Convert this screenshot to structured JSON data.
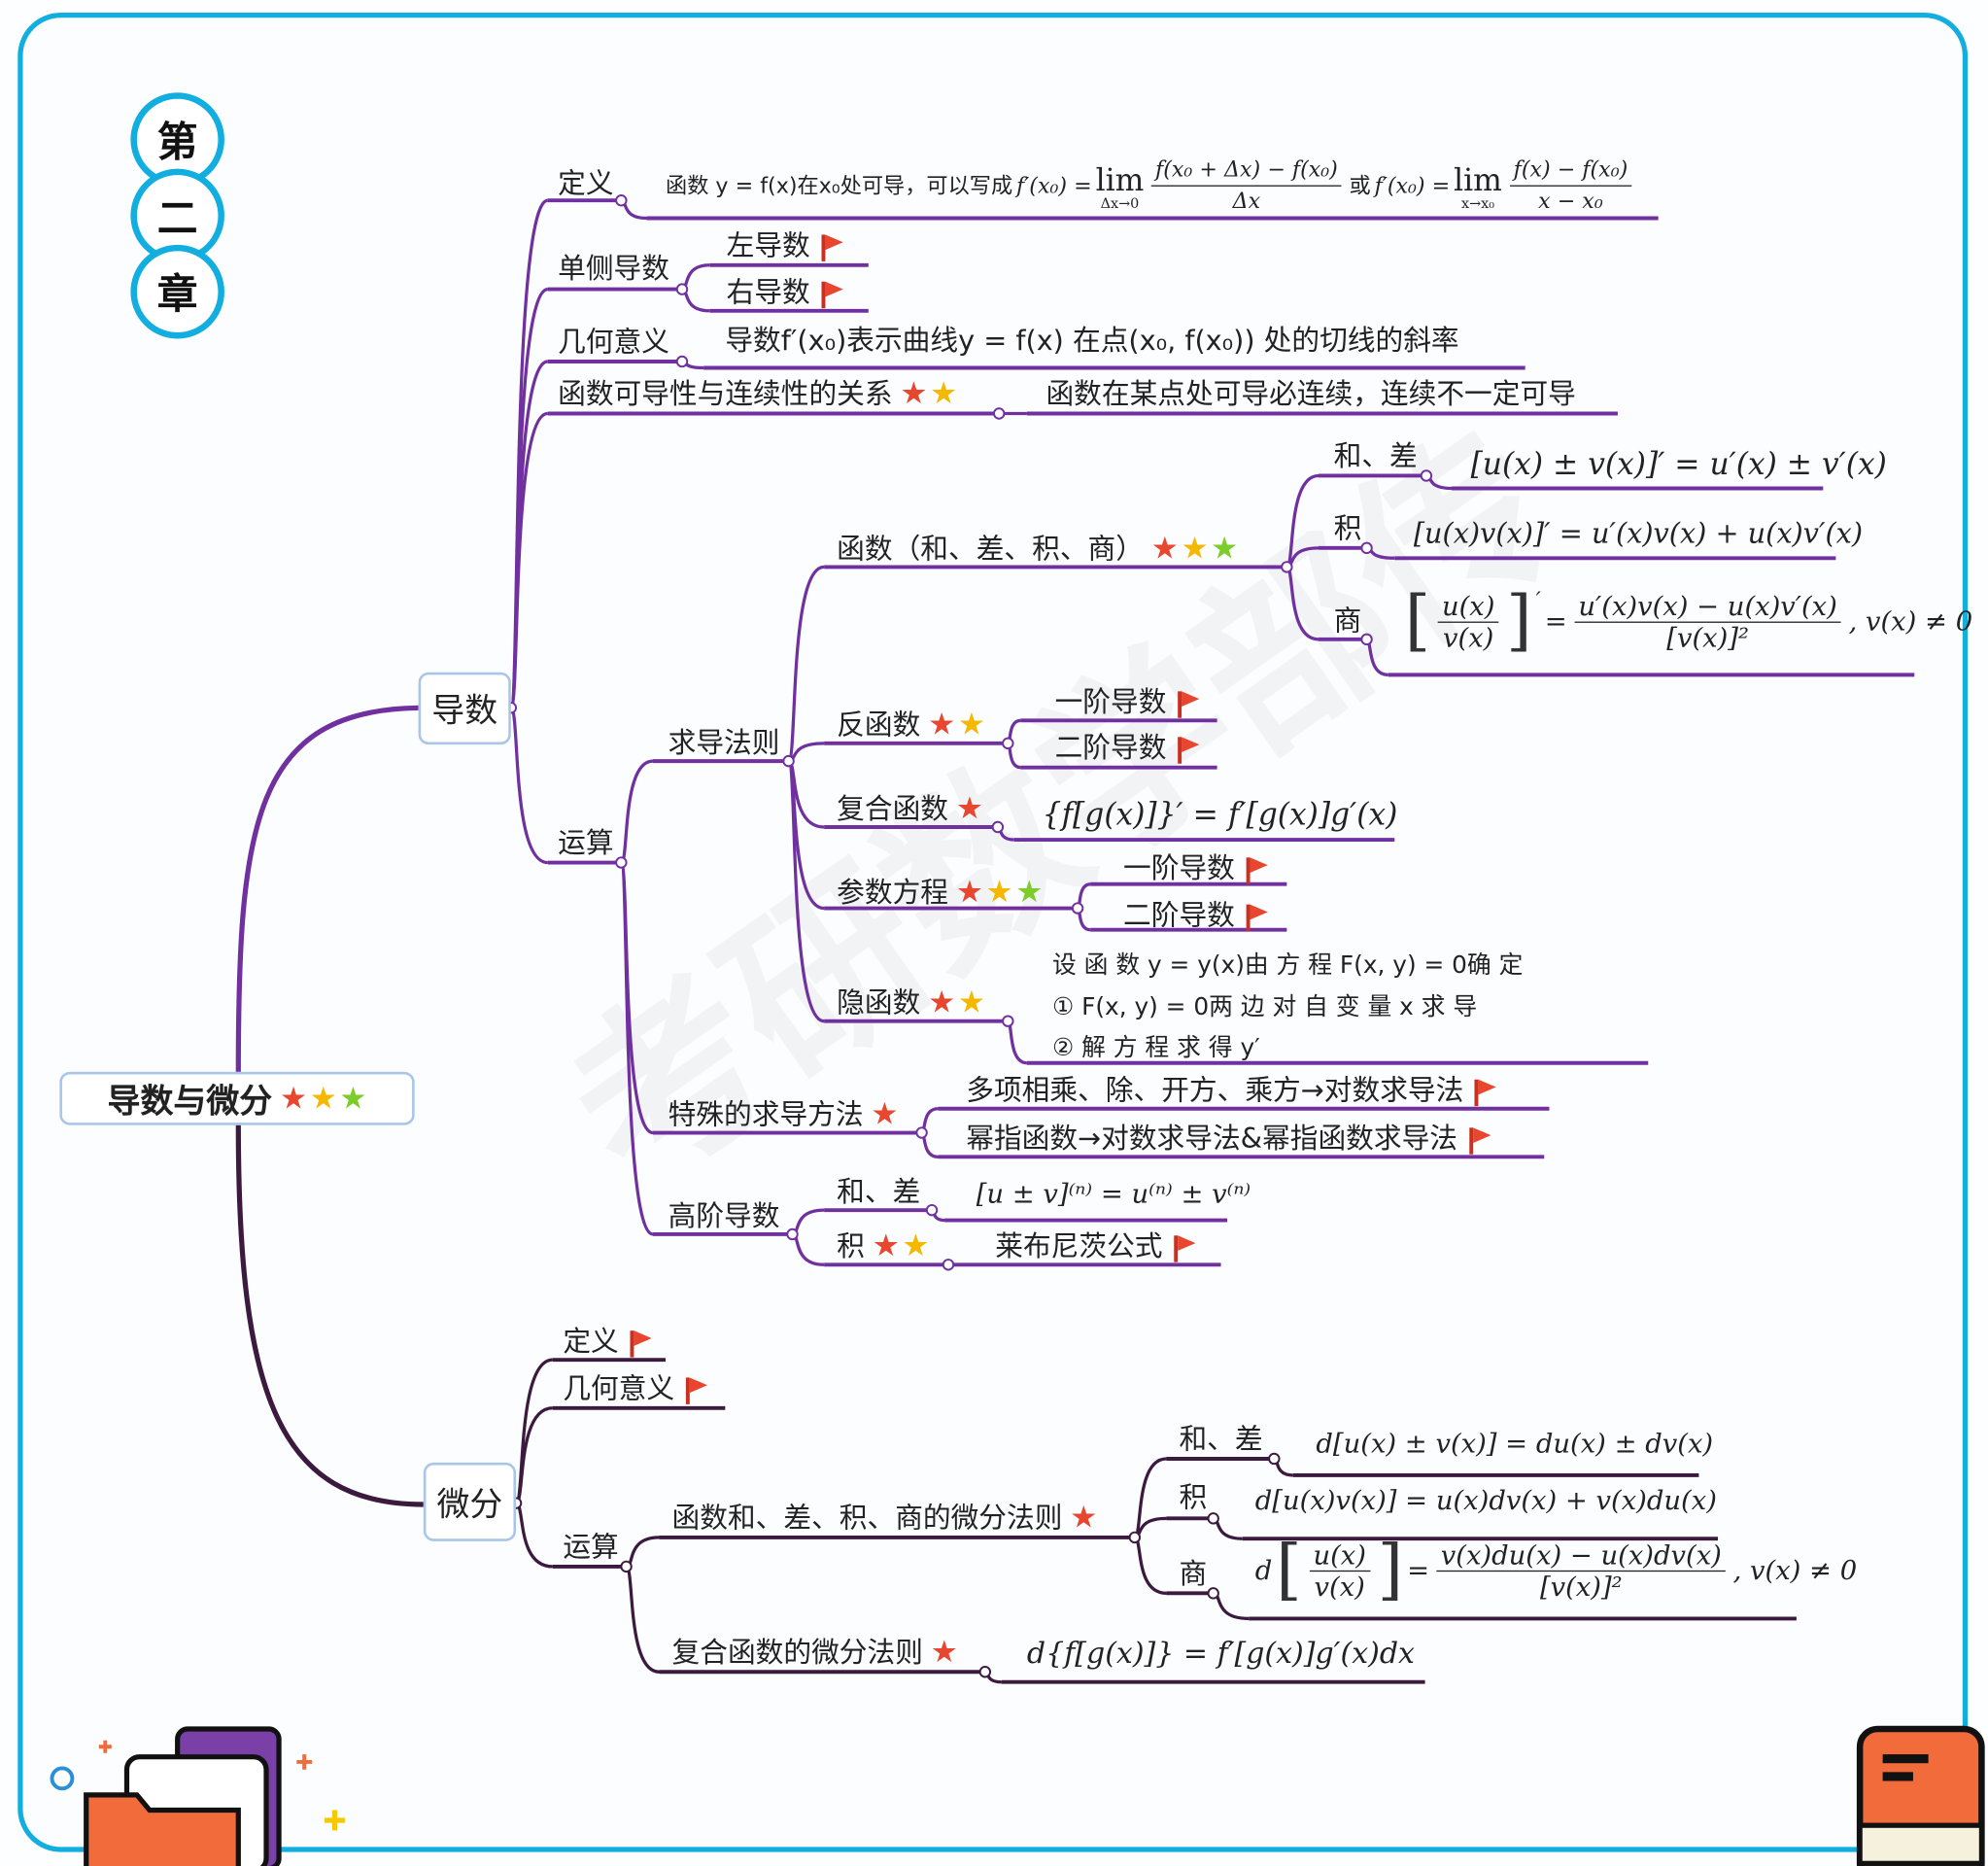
{
  "chapter": [
    "第",
    "二",
    "章"
  ],
  "root": {
    "label": "导数与微分",
    "stars": 3
  },
  "colors": {
    "frame": "#12aee0",
    "branch": "#7030a0",
    "branch_dark": "#3c1a3f",
    "star_red": "#e8462f",
    "star_yellow": "#f5b800",
    "star_green": "#7ccc2a",
    "flag": "#e8462f"
  },
  "derivative": {
    "label": "导数",
    "definition": {
      "label": "定义",
      "prefix": "函数 y = f(x)在x₀处可导，可以写成",
      "lhs": "f′(x₀) =",
      "lim": "lim",
      "lim_sub1": "Δx→0",
      "num1": "f(x₀ + Δx) − f(x₀)",
      "den1": "Δx",
      "or": "或",
      "lhs2": "f′(x₀) =",
      "lim_sub2": "x→x₀",
      "num2": "f(x) − f(x₀)",
      "den2": "x − x₀"
    },
    "one_sided": {
      "label": "单侧导数",
      "left": "左导数",
      "right": "右导数"
    },
    "geometric": {
      "label": "几何意义",
      "content": "导数f′(x₀)表示曲线y = f(x) 在点(x₀, f(x₀)) 处的切线的斜率"
    },
    "continuity": {
      "label": "函数可导性与连续性的关系",
      "stars": 2,
      "content": "函数在某点处可导必连续，连续不一定可导"
    },
    "operations": {
      "label": "运算",
      "rules": {
        "label": "求导法则",
        "arith": {
          "label": "函数（和、差、积、商）",
          "stars": 3,
          "sum_label": "和、差",
          "sum_formula": "[u(x) ± v(x)]′ = u′(x) ± v′(x)",
          "prod_label": "积",
          "prod_formula": "[u(x)v(x)]′ = u′(x)v(x) + u(x)v′(x)",
          "quot_label": "商",
          "quot_num": "u(x)",
          "quot_den": "v(x)",
          "quot_prime": "′",
          "eq": "=",
          "quot_rnum": "u′(x)v(x) − u(x)v′(x)",
          "quot_rden": "[v(x)]²",
          "quot_tail": ", v(x) ≠ 0"
        },
        "inverse": {
          "label": "反函数",
          "stars": 2,
          "first": "一阶导数",
          "second": "二阶导数"
        },
        "composite": {
          "label": "复合函数",
          "stars": 1,
          "formula": "{f[g(x)]}′ = f′[g(x)]g′(x)"
        },
        "parametric": {
          "label": "参数方程",
          "stars": 3,
          "first": "一阶导数",
          "second": "二阶导数"
        },
        "implicit": {
          "label": "隐函数",
          "stars": 2,
          "lines": [
            "设 函 数 y = y(x)由 方 程 F(x, y) = 0确 定",
            "① F(x, y) = 0两 边 对 自 变 量 x 求 导",
            "② 解 方 程 求 得 y′"
          ]
        }
      },
      "special": {
        "label": "特殊的求导方法",
        "stars": 1,
        "items": [
          "多项相乘、除、开方、乘方→对数求导法",
          "幂指函数→对数求导法&幂指函数求导法"
        ]
      },
      "higher": {
        "label": "高阶导数",
        "sum_label": "和、差",
        "sum_formula": "[u ± v]⁽ⁿ⁾ = u⁽ⁿ⁾ ± v⁽ⁿ⁾",
        "prod_label": "积",
        "prod_stars": 2,
        "leibniz": "莱布尼茨公式"
      }
    }
  },
  "differential": {
    "label": "微分",
    "definition": "定义",
    "geometric": "几何意义",
    "operations": {
      "label": "运算",
      "arith": {
        "label": "函数和、差、积、商的微分法则",
        "stars": 1,
        "sum_label": "和、差",
        "sum_formula": "d[u(x) ± v(x)] = du(x) ± dv(x)",
        "prod_label": "积",
        "prod_formula": "d[u(x)v(x)] = u(x)dv(x) + v(x)du(x)",
        "quot_label": "商",
        "d": "d",
        "quot_num": "u(x)",
        "quot_den": "v(x)",
        "eq": "=",
        "quot_rnum": "v(x)du(x) − u(x)dv(x)",
        "quot_rden": "[v(x)]²",
        "quot_tail": ", v(x) ≠ 0"
      },
      "composite": {
        "label": "复合函数的微分法则",
        "stars": 1,
        "formula": "d{f[g(x)]} = f′[g(x)]g′(x)dx"
      }
    }
  }
}
